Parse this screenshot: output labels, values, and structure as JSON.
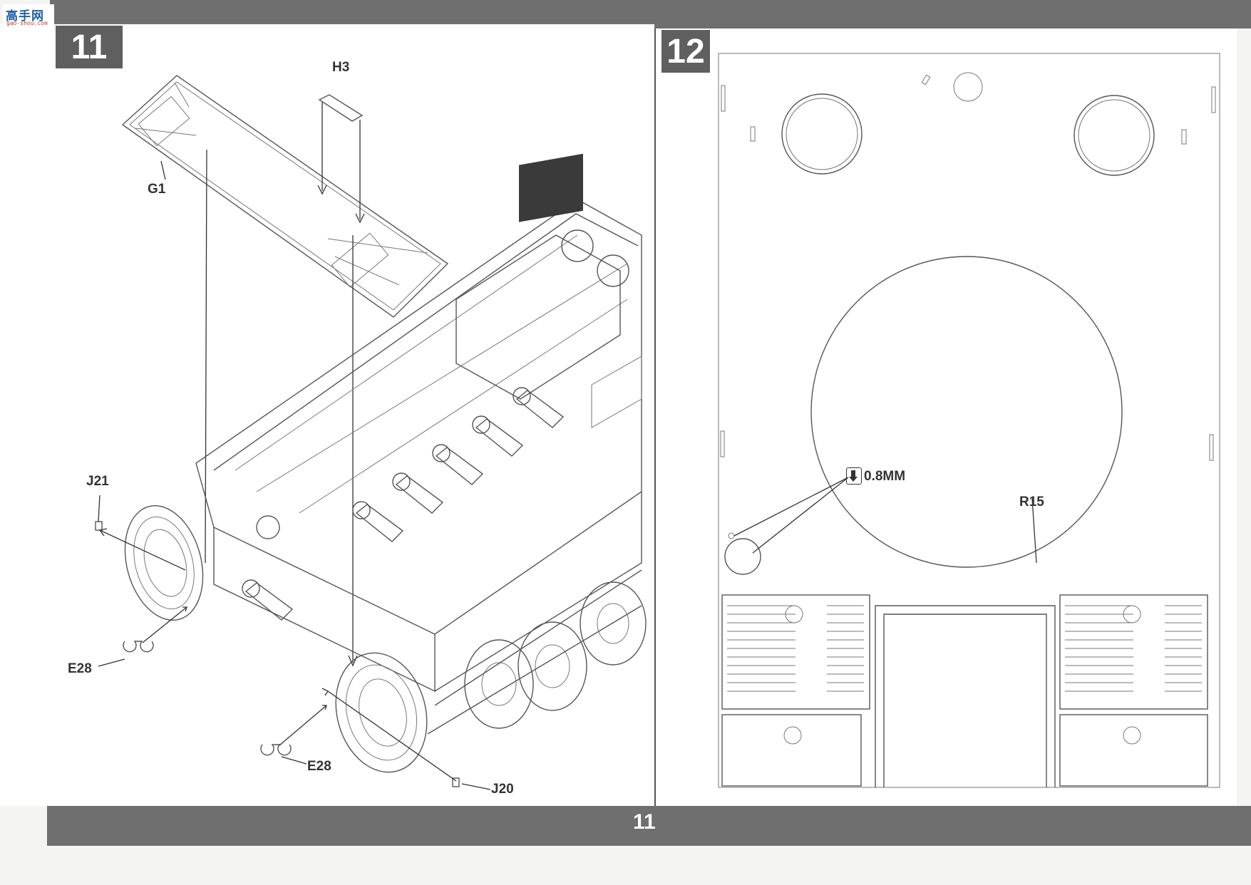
{
  "logo": {
    "main": "高手网",
    "sub": "gao-shou.com"
  },
  "left_page": {
    "step": "11",
    "labels": {
      "h3": "H3",
      "g1": "G1",
      "j21": "J21",
      "e28_a": "E28",
      "e28_b": "E28",
      "j20": "J20"
    }
  },
  "right_page": {
    "step": "12",
    "labels": {
      "drill": "0.8MM",
      "r15": "R15"
    }
  },
  "footer": {
    "page_number": "11"
  },
  "colors": {
    "band": "#6f6f6f",
    "step_box": "#5f5f5f",
    "line_art": "#555555",
    "paper": "#ffffff"
  }
}
